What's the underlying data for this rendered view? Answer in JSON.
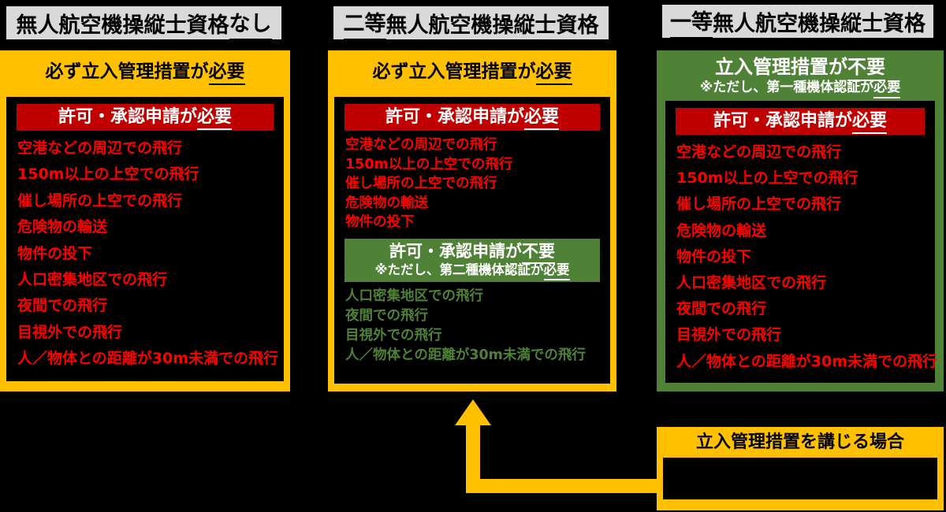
{
  "colors": {
    "background": "#000000",
    "accent_yellow": "#FFC000",
    "accent_green": "#4F8136",
    "permit_banner_red": "#C00000",
    "restricted_text_red": "#FF0000",
    "header_gray": "#D9D9D9",
    "text_black": "#000000",
    "text_white": "#FFFFFF"
  },
  "columns": [
    {
      "id": "no-qualification",
      "header": {
        "pre": "無人航空機操縦士資格",
        "underlined": "なし",
        "post": ""
      },
      "entry_banner": {
        "pre": "必ず立入管理措置が",
        "underlined": "必要"
      },
      "permit_banner": {
        "pre": "許可・承認申請が",
        "underlined": "必要"
      },
      "restricted_flights": [
        "空港などの周辺での飛行",
        "150m以上の上空での飛行",
        "催し場所の上空での飛行",
        "危険物の輸送",
        "物件の投下",
        "人口密集地区での飛行",
        "夜間での飛行",
        "目視外での飛行",
        "人／物体との距離が30m未満での飛行"
      ]
    },
    {
      "id": "second-class",
      "header": {
        "pre": "",
        "underlined": "二等",
        "post": "無人航空機操縦士資格"
      },
      "entry_banner": {
        "pre": "必ず立入管理措置が",
        "underlined": "必要"
      },
      "permit_banner": {
        "pre": "許可・承認申請が",
        "underlined": "必要"
      },
      "restricted_flights": [
        "空港などの周辺での飛行",
        "150m以上の上空での飛行",
        "催し場所の上空での飛行",
        "危険物の輸送",
        "物件の投下"
      ],
      "no_permit_banner": {
        "line1_pre": "許可・承認申請が",
        "line1_underlined": "不要",
        "line2_pre": "※ただし、第二種機体認証が",
        "line2_underlined": "必要"
      },
      "no_permit_flights": [
        "人口密集地区での飛行",
        "夜間での飛行",
        "目視外での飛行",
        "人／物体との距離が30m未満での飛行"
      ]
    },
    {
      "id": "first-class",
      "header": {
        "pre": "",
        "underlined": "一等",
        "post": "無人航空機操縦士資格"
      },
      "entry_banner": {
        "line1_pre": "立入管理措置が",
        "line1_underlined": "不要",
        "line2_pre": "※ただし、第一種機体認証が",
        "line2_underlined": "必要"
      },
      "permit_banner": {
        "pre": "許可・承認申請が",
        "underlined": "必要"
      },
      "restricted_flights": [
        "空港などの周辺での飛行",
        "150m以上の上空での飛行",
        "催し場所の上空での飛行",
        "危険物の輸送",
        "物件の投下",
        "人口密集地区での飛行",
        "夜間での飛行",
        "目視外での飛行",
        "人／物体との距離が30m未満での飛行"
      ]
    }
  ],
  "bottom_box": {
    "title": "立入管理措置を講じる場合"
  }
}
